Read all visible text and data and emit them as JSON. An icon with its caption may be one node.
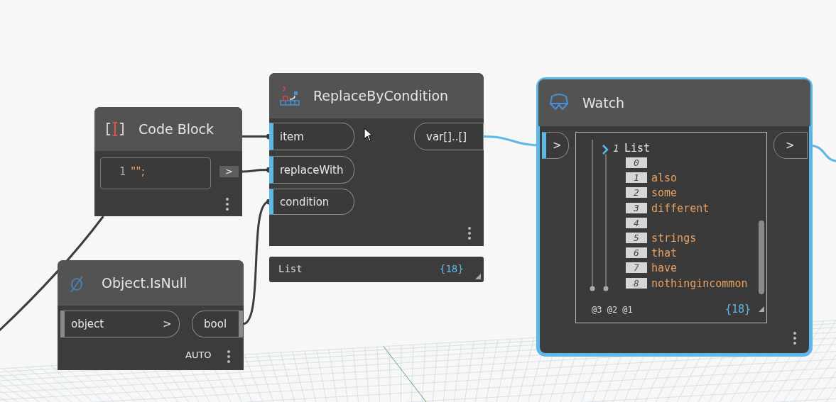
{
  "diagram": {
    "nodes": [
      {
        "text": [
          "Code Block"
        ]
      },
      {
        "text": [
          "1",
          "\"\";"
        ],
        "in": 0
      },
      {
        "text": [
          ">"
        ],
        "in": 0
      },
      {
        "text": [
          "ReplaceByCondition"
        ]
      },
      {
        "text": [
          "item"
        ],
        "in": 3
      },
      {
        "text": [
          "replaceWith"
        ],
        "in": 3
      },
      {
        "text": [
          "condition"
        ],
        "in": 3
      },
      {
        "text": [
          "var[]..[]"
        ],
        "in": 3
      },
      {
        "text": [
          "List",
          "{18}"
        ]
      },
      {
        "text": [
          "Object.IsNull",
          "AUTO"
        ]
      },
      {
        "text": [
          "object",
          ">"
        ],
        "in": 9
      },
      {
        "text": [
          "bool"
        ],
        "in": 9
      },
      {
        "text": [
          "Watch"
        ]
      },
      {
        "text": [
          ">"
        ],
        "in": 12
      },
      {
        "text": [
          ">"
        ],
        "in": 12
      },
      {
        "text": [
          "1",
          "List",
          "0",
          "1",
          "also",
          "2",
          "some",
          "3",
          "different",
          "4",
          "5",
          "strings",
          "6",
          "that",
          "7",
          "have",
          "8",
          "nothingincommon",
          "@3 @2 @1",
          "{18}"
        ],
        "in": 12
      }
    ],
    "edges": [
      {
        "from": 0,
        "to": 4,
        "arrow": "other"
      },
      {
        "from": 2,
        "to": 5,
        "arrow": "other"
      },
      {
        "from": 11,
        "to": 6,
        "arrow": "other"
      },
      {
        "from": 7,
        "to": 13,
        "arrow": "other",
        "color": "#5bb8e8"
      },
      {
        "from": 0,
        "to": null,
        "arrow": "none"
      },
      {
        "from": 14,
        "to": null,
        "arrow": "none",
        "color": "#5bb8e8"
      }
    ]
  }
}
